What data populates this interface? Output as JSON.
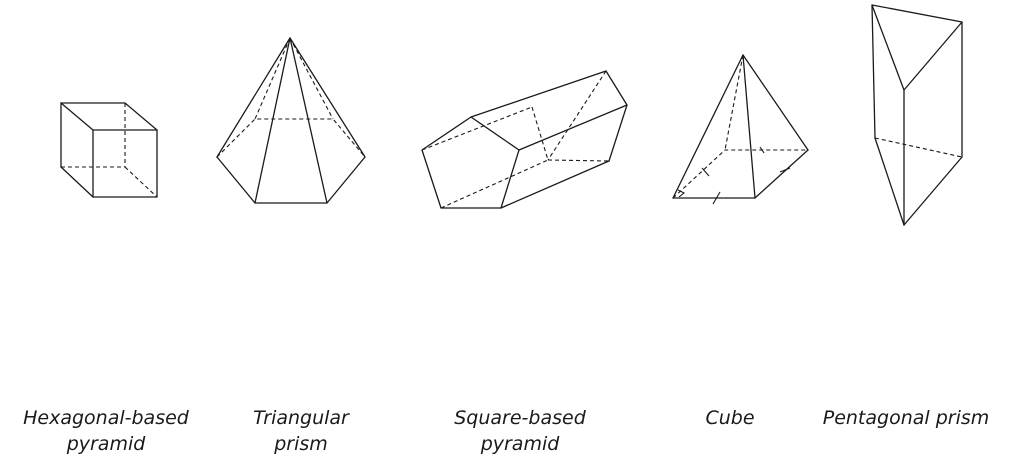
{
  "labels": [
    {
      "line1": "Hexagonal-based",
      "line2": "pyramid"
    },
    {
      "line1": "Triangular",
      "line2": "prism"
    },
    {
      "line1": "Square-based",
      "line2": "pyramid"
    },
    {
      "line1": "Cube",
      "line2": ""
    },
    {
      "line1": "Pentagonal prism",
      "line2": ""
    }
  ]
}
